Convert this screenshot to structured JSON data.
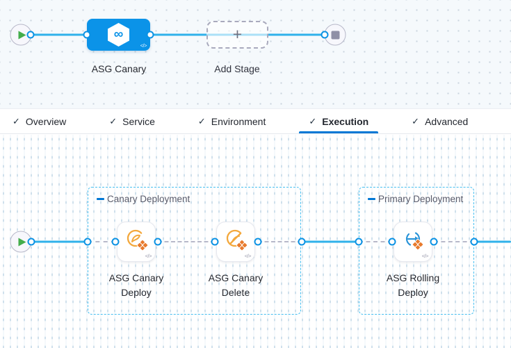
{
  "glyphs": {
    "check": "✓",
    "plus": "+",
    "infinity": "∞",
    "code": "</>"
  },
  "top_pipeline": {
    "stage_label": "ASG Canary",
    "add_stage_label": "Add Stage"
  },
  "tabs": [
    {
      "label": "Overview",
      "checked": true,
      "active": false
    },
    {
      "label": "Service",
      "checked": true,
      "active": false
    },
    {
      "label": "Environment",
      "checked": true,
      "active": false
    },
    {
      "label": "Execution",
      "checked": true,
      "active": true
    },
    {
      "label": "Advanced",
      "checked": true,
      "active": false
    }
  ],
  "execution": {
    "groups": [
      {
        "title": "Canary Deployment"
      },
      {
        "title": "Primary Deployment"
      }
    ],
    "steps": [
      {
        "label": "ASG Canary Deploy"
      },
      {
        "label": "ASG Canary Delete"
      },
      {
        "label": "ASG Rolling Deploy"
      }
    ]
  },
  "colors": {
    "accent_blue": "#0278d5",
    "line_blue": "#2fb1ea",
    "stage_blue": "#0b93e8",
    "group_border_blue": "#45bef0",
    "asg_orange": "#f3a83c",
    "plus_cluster_orange": "#e87b2e",
    "rolling_blue": "#2a94d8",
    "play_green": "#44ad4c"
  }
}
